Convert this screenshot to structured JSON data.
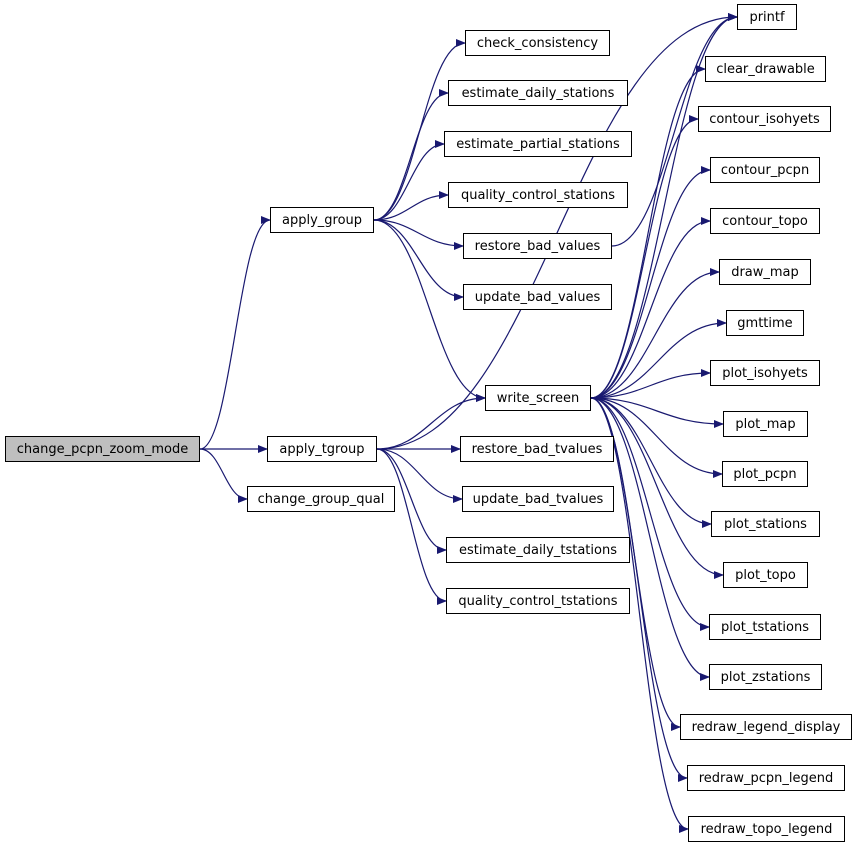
{
  "diagram": {
    "colors": {
      "edge": "#191970",
      "node_border": "#000000",
      "node_fill": "#ffffff",
      "root_fill": "#bfbfbf"
    },
    "nodes": [
      {
        "id": "change_pcpn_zoom_mode",
        "label": "change_pcpn_zoom_mode"
      },
      {
        "id": "apply_group",
        "label": "apply_group"
      },
      {
        "id": "apply_tgroup",
        "label": "apply_tgroup"
      },
      {
        "id": "change_group_qual",
        "label": "change_group_qual"
      },
      {
        "id": "check_consistency",
        "label": "check_consistency"
      },
      {
        "id": "estimate_daily_stations",
        "label": "estimate_daily_stations"
      },
      {
        "id": "estimate_partial_stations",
        "label": "estimate_partial_stations"
      },
      {
        "id": "quality_control_stations",
        "label": "quality_control_stations"
      },
      {
        "id": "restore_bad_values",
        "label": "restore_bad_values"
      },
      {
        "id": "update_bad_values",
        "label": "update_bad_values"
      },
      {
        "id": "write_screen",
        "label": "write_screen"
      },
      {
        "id": "restore_bad_tvalues",
        "label": "restore_bad_tvalues"
      },
      {
        "id": "update_bad_tvalues",
        "label": "update_bad_tvalues"
      },
      {
        "id": "estimate_daily_tstations",
        "label": "estimate_daily_tstations"
      },
      {
        "id": "quality_control_tstations",
        "label": "quality_control_tstations"
      },
      {
        "id": "printf",
        "label": "printf"
      },
      {
        "id": "clear_drawable",
        "label": "clear_drawable"
      },
      {
        "id": "contour_isohyets",
        "label": "contour_isohyets"
      },
      {
        "id": "contour_pcpn",
        "label": "contour_pcpn"
      },
      {
        "id": "contour_topo",
        "label": "contour_topo"
      },
      {
        "id": "draw_map",
        "label": "draw_map"
      },
      {
        "id": "gmttime",
        "label": "gmttime"
      },
      {
        "id": "plot_isohyets",
        "label": "plot_isohyets"
      },
      {
        "id": "plot_map",
        "label": "plot_map"
      },
      {
        "id": "plot_pcpn",
        "label": "plot_pcpn"
      },
      {
        "id": "plot_stations",
        "label": "plot_stations"
      },
      {
        "id": "plot_topo",
        "label": "plot_topo"
      },
      {
        "id": "plot_tstations",
        "label": "plot_tstations"
      },
      {
        "id": "plot_zstations",
        "label": "plot_zstations"
      },
      {
        "id": "redraw_legend_display",
        "label": "redraw_legend_display"
      },
      {
        "id": "redraw_pcpn_legend",
        "label": "redraw_pcpn_legend"
      },
      {
        "id": "redraw_topo_legend",
        "label": "redraw_topo_legend"
      }
    ],
    "edges": [
      [
        "change_pcpn_zoom_mode",
        "apply_group"
      ],
      [
        "change_pcpn_zoom_mode",
        "apply_tgroup"
      ],
      [
        "change_pcpn_zoom_mode",
        "change_group_qual"
      ],
      [
        "apply_group",
        "check_consistency"
      ],
      [
        "apply_group",
        "estimate_daily_stations"
      ],
      [
        "apply_group",
        "estimate_partial_stations"
      ],
      [
        "apply_group",
        "quality_control_stations"
      ],
      [
        "apply_group",
        "restore_bad_values"
      ],
      [
        "apply_group",
        "update_bad_values"
      ],
      [
        "apply_group",
        "write_screen"
      ],
      [
        "restore_bad_values",
        "printf"
      ],
      [
        "apply_tgroup",
        "printf"
      ],
      [
        "apply_tgroup",
        "write_screen"
      ],
      [
        "apply_tgroup",
        "restore_bad_tvalues"
      ],
      [
        "apply_tgroup",
        "update_bad_tvalues"
      ],
      [
        "apply_tgroup",
        "estimate_daily_tstations"
      ],
      [
        "apply_tgroup",
        "quality_control_tstations"
      ],
      [
        "write_screen",
        "printf"
      ],
      [
        "write_screen",
        "clear_drawable"
      ],
      [
        "write_screen",
        "contour_isohyets"
      ],
      [
        "write_screen",
        "contour_pcpn"
      ],
      [
        "write_screen",
        "contour_topo"
      ],
      [
        "write_screen",
        "draw_map"
      ],
      [
        "write_screen",
        "gmttime"
      ],
      [
        "write_screen",
        "plot_isohyets"
      ],
      [
        "write_screen",
        "plot_map"
      ],
      [
        "write_screen",
        "plot_pcpn"
      ],
      [
        "write_screen",
        "plot_stations"
      ],
      [
        "write_screen",
        "plot_topo"
      ],
      [
        "write_screen",
        "plot_tstations"
      ],
      [
        "write_screen",
        "plot_zstations"
      ],
      [
        "write_screen",
        "redraw_legend_display"
      ],
      [
        "write_screen",
        "redraw_pcpn_legend"
      ],
      [
        "write_screen",
        "redraw_topo_legend"
      ]
    ]
  }
}
